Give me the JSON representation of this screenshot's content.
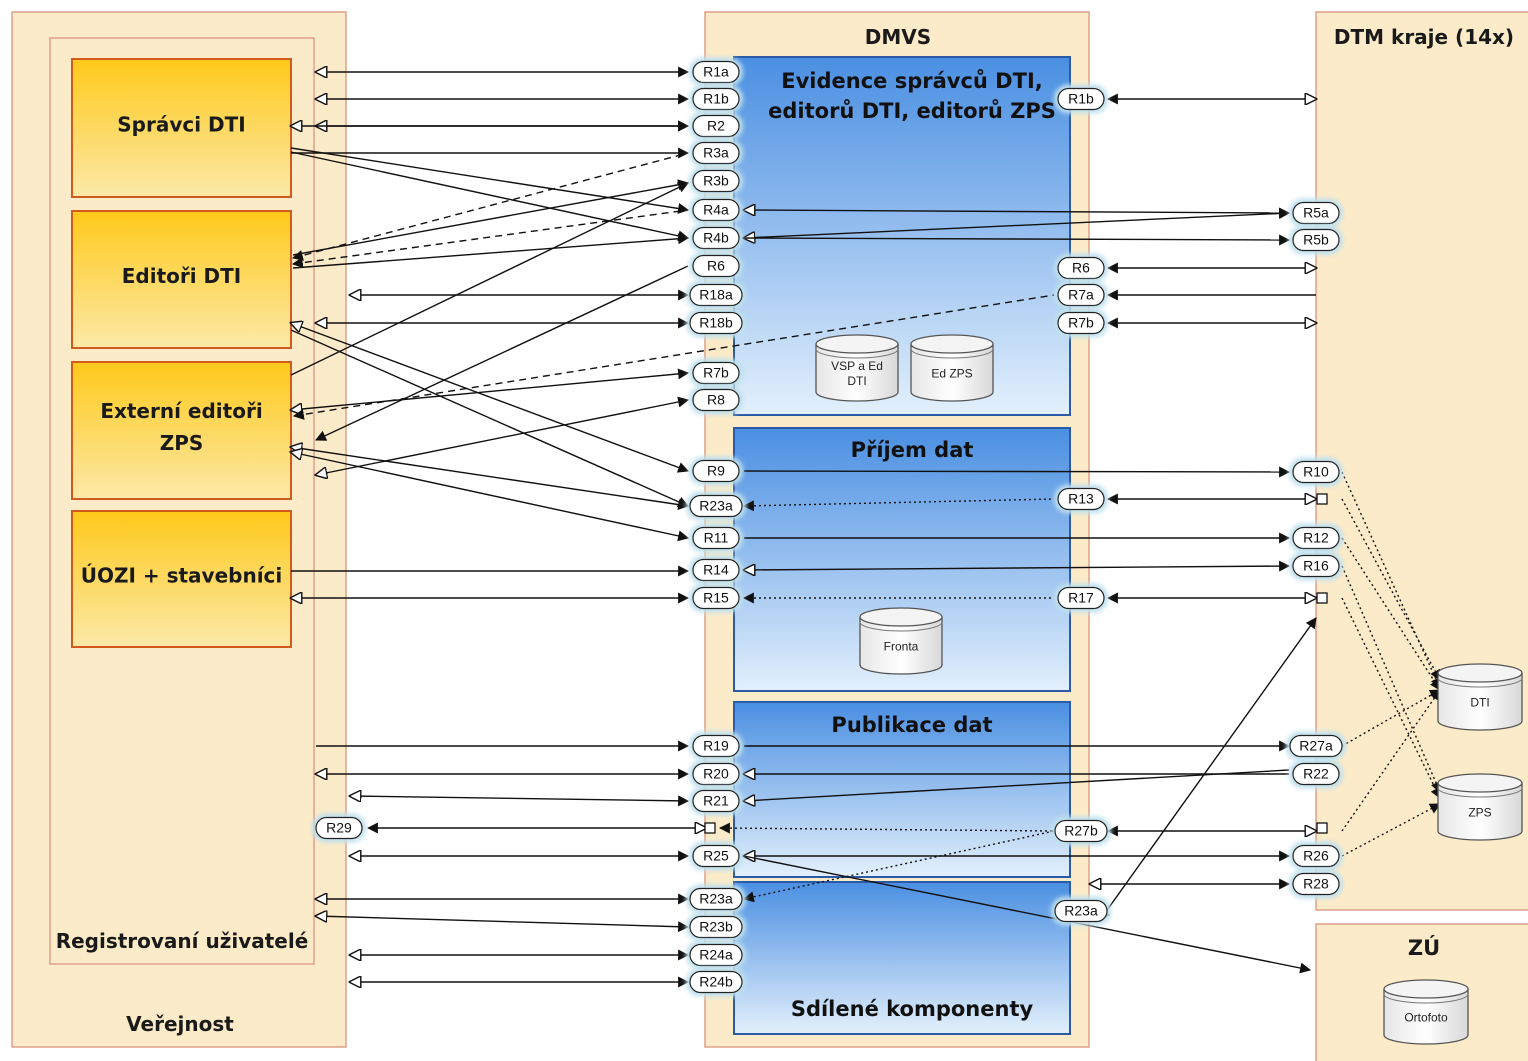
{
  "panels": {
    "verejnost": "Veřejnost",
    "registrovani": "Registrovaní uživatelé",
    "dmvs": "DMVS",
    "dtm_kraje": "DTM kraje (14x)",
    "zu": "ZÚ"
  },
  "actors": {
    "spravci_dti": [
      "Správci DTI"
    ],
    "editori_dti": [
      "Editoři DTI"
    ],
    "externi_editori": [
      "Externí editoři",
      "ZPS"
    ],
    "uozi": [
      "ÚOZI + stavebníci"
    ]
  },
  "components": {
    "evidence": [
      "Evidence správců DTI,",
      "editorů DTI, editorů ZPS"
    ],
    "prijem": [
      "Příjem dat"
    ],
    "publikace": [
      "Publikace dat"
    ],
    "sdilene": [
      "Sdílené komponenty"
    ]
  },
  "databases": {
    "vsp": [
      "VSP a Ed",
      "DTI"
    ],
    "edzps": [
      "Ed ZPS"
    ],
    "fronta": [
      "Fronta"
    ],
    "dti": [
      "DTI"
    ],
    "zps": [
      "ZPS"
    ],
    "ortofoto": [
      "Ortofoto"
    ]
  },
  "interfaces": {
    "left": [
      "R1a",
      "R1b",
      "R2",
      "R3a",
      "R3b",
      "R4a",
      "R4b",
      "R6",
      "R18a",
      "R18b",
      "R7b",
      "R8",
      "R9",
      "R23a",
      "R11",
      "R14",
      "R15",
      "R19",
      "R20",
      "R21",
      "R25",
      "R23a",
      "R23b",
      "R24a",
      "R24b"
    ],
    "inner_right": [
      "R1b",
      "R6",
      "R7a",
      "R7b",
      "R13",
      "R17",
      "R27b",
      "R23a"
    ],
    "far_right": [
      "R5a",
      "R5b",
      "R10",
      "R12",
      "R16",
      "R27a",
      "R22",
      "R26",
      "R28"
    ],
    "public": [
      "R29"
    ]
  },
  "colors": {
    "panel_fill": "#fcebc8",
    "panel_border": "#e0a08a",
    "actor_gradient_top": "#ffc91a",
    "actor_gradient_bottom": "#fbe9a8",
    "actor_border": "#d25a1c",
    "component_gradient_top": "#4a8fe2",
    "component_gradient_bottom": "#e3f0fc",
    "component_border": "#2c5aa8",
    "pill_glow": "#bfe0ee"
  }
}
